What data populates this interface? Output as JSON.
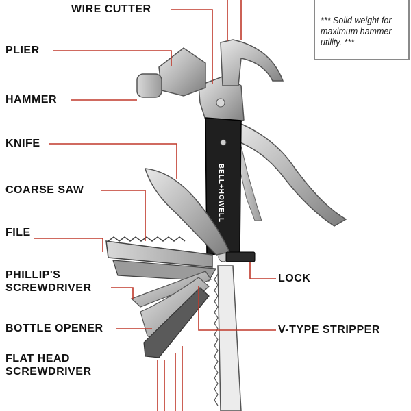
{
  "labels": {
    "wire_cutter": "WIRE CUTTER",
    "plier": "PLIER",
    "hammer": "HAMMER",
    "knife": "KNIFE",
    "coarse_saw": "COARSE SAW",
    "file": "FILE",
    "phillips_line1": "PHILLIP'S",
    "phillips_line2": "SCREWDRIVER",
    "bottle_opener": "BOTTLE OPENER",
    "flat_head_line1": "FLAT HEAD",
    "flat_head_line2": "SCREWDRIVER",
    "lock": "LOCK",
    "v_stripper": "V-TYPE STRIPPER"
  },
  "note": "*** Solid weight for maximum hammer utility. ***",
  "brand": "BELL+HOWELL",
  "colors": {
    "leader": "#c0392b",
    "text": "#111111",
    "handle": "#1f1f1f",
    "metal": "#b9b9b9",
    "metal_dark": "#8c8c8c",
    "note_border": "#8a8a8a"
  }
}
